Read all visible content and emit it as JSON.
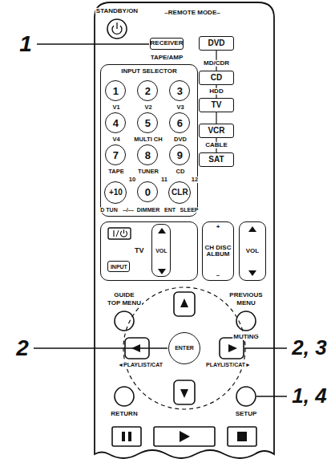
{
  "diagram": {
    "nodes": [
      {
        "text": [
          "RECEIVER"
        ]
      },
      {
        "text": [
          "DVD"
        ]
      },
      {
        "text": [
          "CD"
        ]
      },
      {
        "text": [
          "TV"
        ]
      },
      {
        "text": [
          "VCR"
        ]
      },
      {
        "text": [
          "SAT"
        ]
      },
      {
        "text": [
          "INPUT SELECTOR"
        ]
      },
      {
        "text": [
          "1"
        ],
        "in": 6
      },
      {
        "text": [
          "2"
        ],
        "in": 6
      },
      {
        "text": [
          "3"
        ],
        "in": 6
      },
      {
        "text": [
          "4"
        ],
        "in": 6
      },
      {
        "text": [
          "5"
        ],
        "in": 6
      },
      {
        "text": [
          "6"
        ],
        "in": 6
      },
      {
        "text": [
          "7"
        ],
        "in": 6
      },
      {
        "text": [
          "8"
        ],
        "in": 6
      },
      {
        "text": [
          "9"
        ],
        "in": 6
      },
      {
        "text": [
          "+10"
        ],
        "in": 6
      },
      {
        "text": [
          "0"
        ],
        "in": 6
      },
      {
        "text": [
          "CLR"
        ],
        "in": 6
      },
      {
        "text": [
          "TV"
        ]
      },
      {
        "text": [
          "VOL"
        ],
        "in": 19
      },
      {
        "text": [
          "INPUT"
        ],
        "in": 19
      },
      {
        "text": [
          "+",
          "CH DISC ALBUM",
          "–"
        ]
      },
      {
        "text": [
          "VOL"
        ]
      },
      {
        "text": [
          "ENTER"
        ]
      }
    ],
    "labels": [
      "STANDBY/ON",
      "–REMOTE MODE–",
      "TAPE/AMP",
      "MD/CDR",
      "HDD",
      "CABLE",
      "V1",
      "V2",
      "V3",
      "V4",
      "MULTI CH",
      "DVD",
      "TAPE",
      "TUNER",
      "CD",
      "10",
      "11",
      "12",
      "D TUN",
      "--/---",
      "DIMMER",
      "ENT",
      "SLEEP",
      "GUIDE",
      "TOP MENU",
      "PREVIOUS",
      "MENU",
      "MUTING",
      "◄PLAYLIST/CAT",
      "PLAYLIST/CAT►",
      "RETURN",
      "SETUP",
      "1",
      "2",
      "2, 3",
      "1, 4"
    ]
  }
}
